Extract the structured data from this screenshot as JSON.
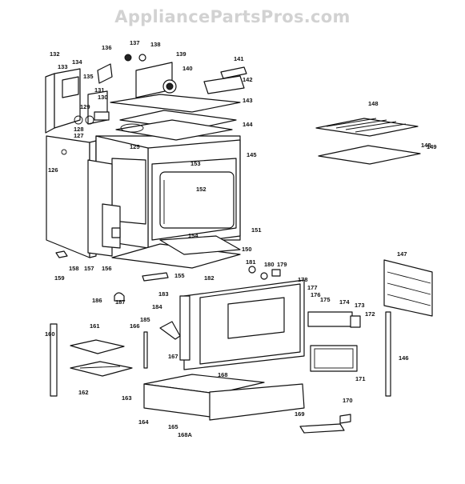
{
  "watermark": "AppliancePartsPros.com",
  "part_numbers": [
    "132",
    "133",
    "134",
    "135",
    "136",
    "137",
    "138",
    "139",
    "140",
    "141",
    "142",
    "143",
    "144",
    "145",
    "148",
    "148",
    "131",
    "130",
    "129",
    "128",
    "127",
    "126",
    "125",
    "153",
    "152",
    "151",
    "150",
    "154",
    "155",
    "156",
    "157",
    "158",
    "159",
    "160",
    "161",
    "162",
    "163",
    "164",
    "165",
    "166",
    "167",
    "168",
    "168A",
    "169",
    "170",
    "171",
    "172",
    "173",
    "174",
    "175",
    "176",
    "177",
    "178",
    "179",
    "180",
    "181",
    "182",
    "183",
    "184",
    "185",
    "186",
    "187",
    "146",
    "147",
    "149"
  ]
}
